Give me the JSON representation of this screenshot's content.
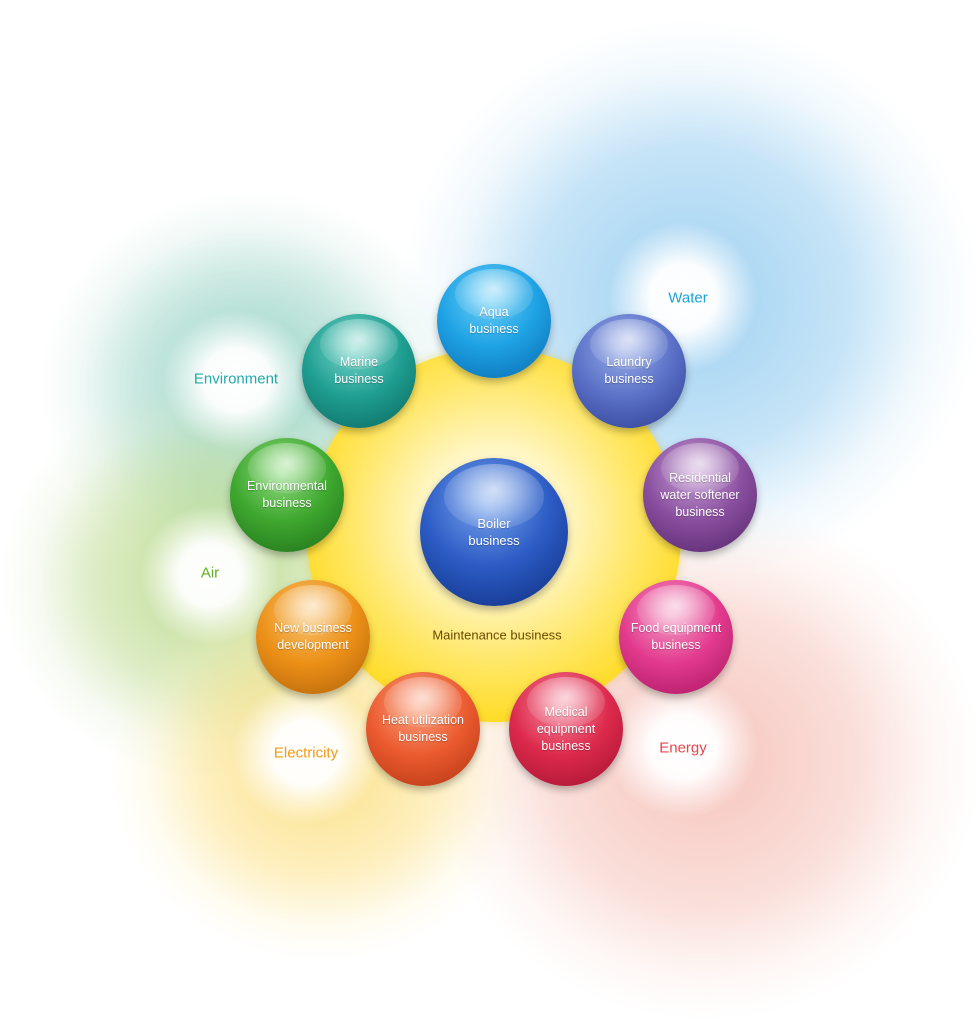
{
  "center": {
    "label": "Boiler\nbusiness"
  },
  "ring": {
    "label": "Maintenance business"
  },
  "businesses": [
    {
      "id": "aqua",
      "label": "Aqua\nbusiness"
    },
    {
      "id": "laundry",
      "label": "Laundry\nbusiness"
    },
    {
      "id": "softener",
      "label": "Residential\nwater softener\nbusiness"
    },
    {
      "id": "food",
      "label": "Food equipment\nbusiness"
    },
    {
      "id": "medical",
      "label": "Medical\nequipment\nbusiness"
    },
    {
      "id": "heat",
      "label": "Heat utilization\nbusiness"
    },
    {
      "id": "newbiz",
      "label": "New business\ndevelopment"
    },
    {
      "id": "envbiz",
      "label": "Environmental\nbusiness"
    },
    {
      "id": "marine",
      "label": "Marine\nbusiness"
    }
  ],
  "domains": [
    {
      "id": "water",
      "label": "Water",
      "color": "#1aa3d9"
    },
    {
      "id": "environment",
      "label": "Environment",
      "color": "#24aaa8"
    },
    {
      "id": "air",
      "label": "Air",
      "color": "#5fae27"
    },
    {
      "id": "electricity",
      "label": "Electricity",
      "color": "#f09a16"
    },
    {
      "id": "energy",
      "label": "Energy",
      "color": "#e5484f"
    }
  ],
  "colors": {
    "maintenance_ring": "#ffdb24",
    "boiler": "#2c5cc5",
    "aqua": "#1ea2e4",
    "laundry": "#5b72c8",
    "softener": "#8a4fa0",
    "food": "#e33b8e",
    "medical": "#dd2a4c",
    "heat": "#ec5b30",
    "newbiz": "#ec9017",
    "envbiz": "#3fa82f",
    "marine": "#1f9f92"
  }
}
